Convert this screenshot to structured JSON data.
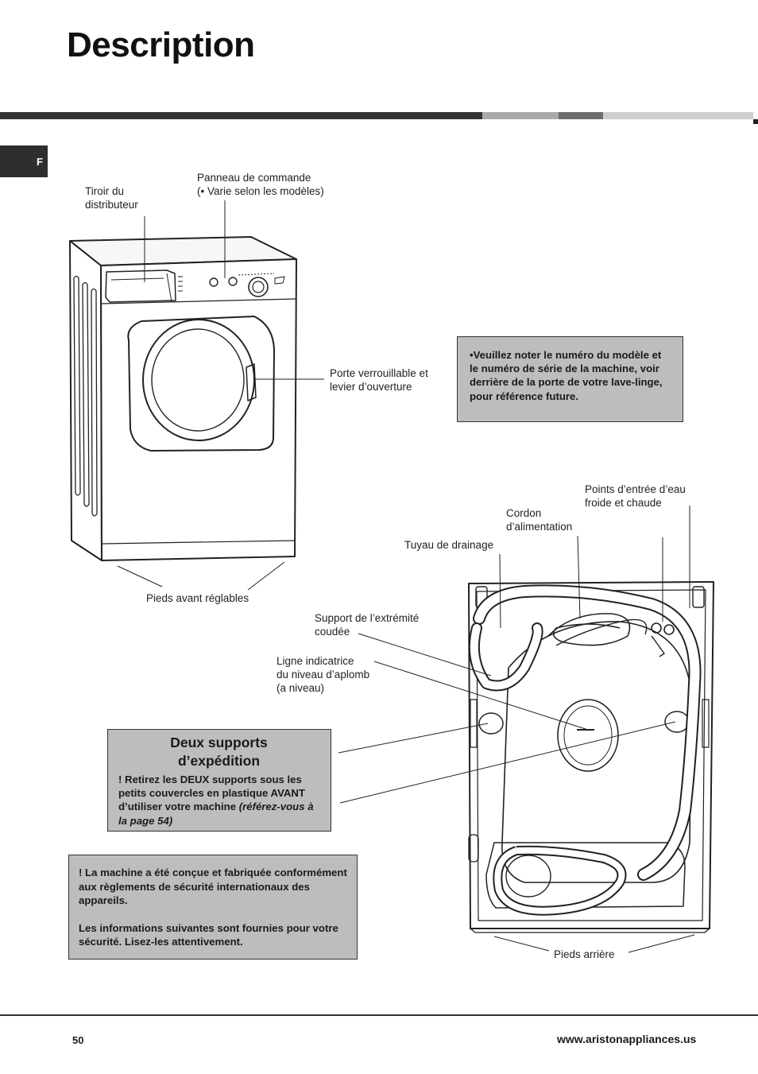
{
  "header": {
    "title": "Description",
    "rule_colors": [
      "#333333",
      "#a9a9a9",
      "#6e6e6e",
      "#cfcfcf"
    ]
  },
  "language_tab": "F",
  "front_labels": {
    "drawer": "Tiroir du\ndistributeur",
    "control_panel": "Panneau de commande\n(• Varie selon les modèles)",
    "door": "Porte verrouillable et\nlevier d’ouverture",
    "front_feet": "Pieds avant réglables"
  },
  "note_box": {
    "text": "•Veuillez noter le numéro du modèle et le numéro de série de la machine, voir  derrière de la porte de votre lave-linge, pour référence future."
  },
  "rear_labels": {
    "water_inlets": "Points d’entrée d’eau\nfroide et chaude",
    "power_cord": "Cordon\nd’alimentation",
    "drain_hose": "Tuyau de drainage",
    "elbow_support": "Support de l’extrémité\ncoudée",
    "level_line": "Ligne indicatrice\ndu niveau d’aplomb\n(a niveau)",
    "rear_feet": "Pieds arrière"
  },
  "shipping_box": {
    "title": "Deux supports\nd’expédition",
    "body": "! Retirez les DEUX supports  sous les petits couvercles en plastique AVANT d’utiliser votre machine",
    "reference": "(référez-vous à la page 54)"
  },
  "safety_box": {
    "paragraph1": "! La machine a été conçue et fabriquée conformément aux règlements de sécurité internationaux des  appareils.",
    "paragraph2": "Les informations suivantes sont fournies pour votre sécurité. Lisez-les attentivement."
  },
  "footer": {
    "page_number": "50",
    "website": "www.aristonappliances.us"
  },
  "colors": {
    "box_fill": "#bdbdbd",
    "tab_fill": "#2e2e2e"
  }
}
